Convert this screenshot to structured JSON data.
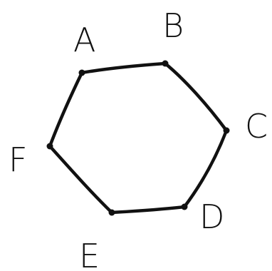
{
  "diagram": {
    "type": "hexagon",
    "stroke_color": "#111111",
    "background_color": "#ffffff",
    "vertices": [
      {
        "id": "A",
        "label": "A"
      },
      {
        "id": "B",
        "label": "B"
      },
      {
        "id": "C",
        "label": "C"
      },
      {
        "id": "D",
        "label": "D"
      },
      {
        "id": "E",
        "label": "E"
      },
      {
        "id": "F",
        "label": "F"
      }
    ],
    "edges": [
      {
        "from": "A",
        "to": "B"
      },
      {
        "from": "B",
        "to": "C"
      },
      {
        "from": "C",
        "to": "D"
      },
      {
        "from": "D",
        "to": "E"
      },
      {
        "from": "E",
        "to": "F"
      },
      {
        "from": "F",
        "to": "A"
      }
    ]
  }
}
